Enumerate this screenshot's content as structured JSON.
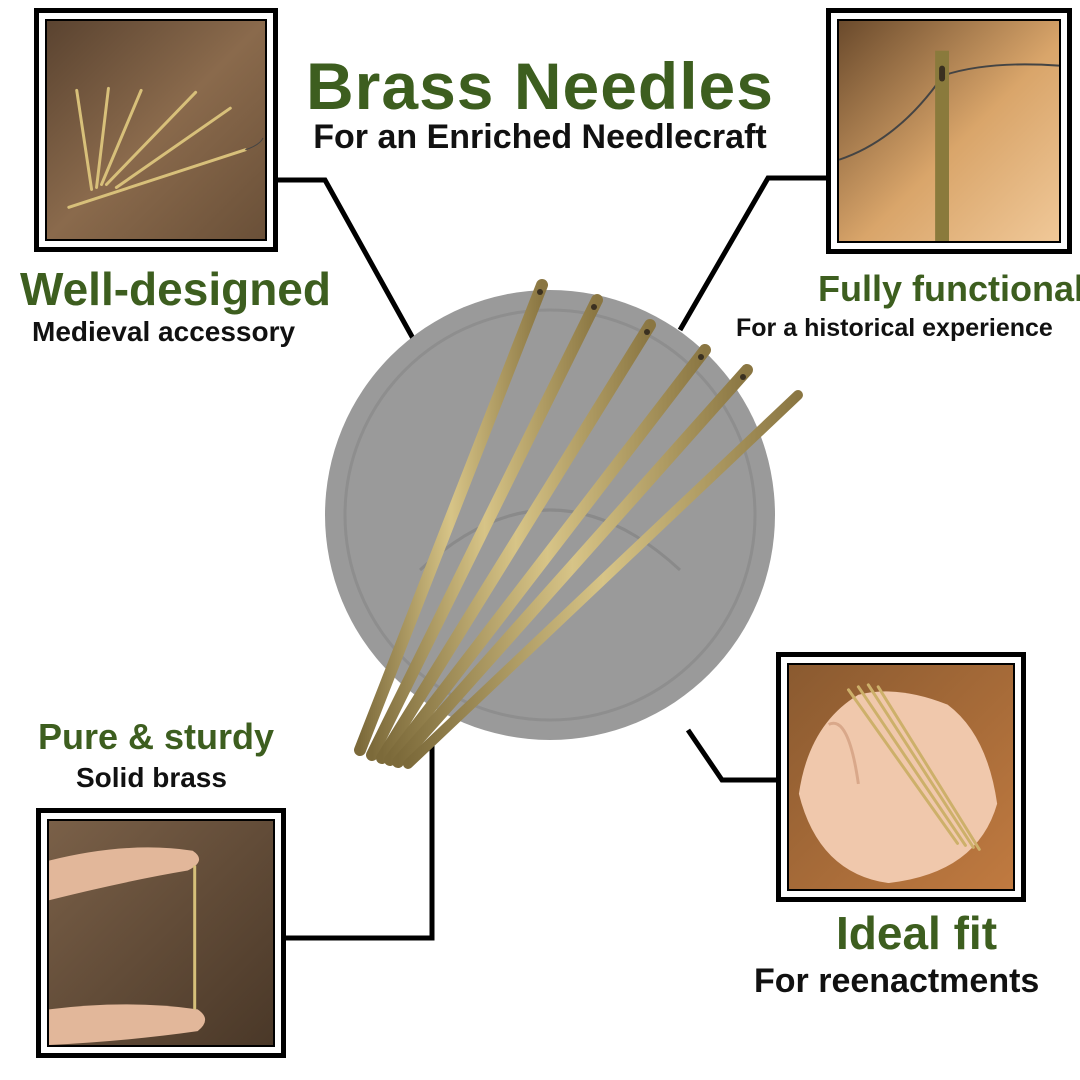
{
  "header": {
    "title": "Brass Needles",
    "subtitle": "For an Enriched Needlecraft"
  },
  "features": [
    {
      "heading": "Well-designed",
      "caption": "Medieval accessory"
    },
    {
      "heading": "Fully functional",
      "caption": "For a historical experience"
    },
    {
      "heading": "Pure & sturdy",
      "caption": "Solid brass"
    },
    {
      "heading": "Ideal fit",
      "caption": "For reenactments"
    }
  ],
  "colors": {
    "heading_green": "#3d5e1f",
    "caption_black": "#111111",
    "disc_gray": "#9a9a9a",
    "brass": "#b8a060"
  },
  "images": [
    "needle-set-on-cloth-photo",
    "threaded-needle-eye-photo",
    "needle-between-fingers-photo",
    "needles-in-palm-photo",
    "brass-needles-fan-photo"
  ]
}
